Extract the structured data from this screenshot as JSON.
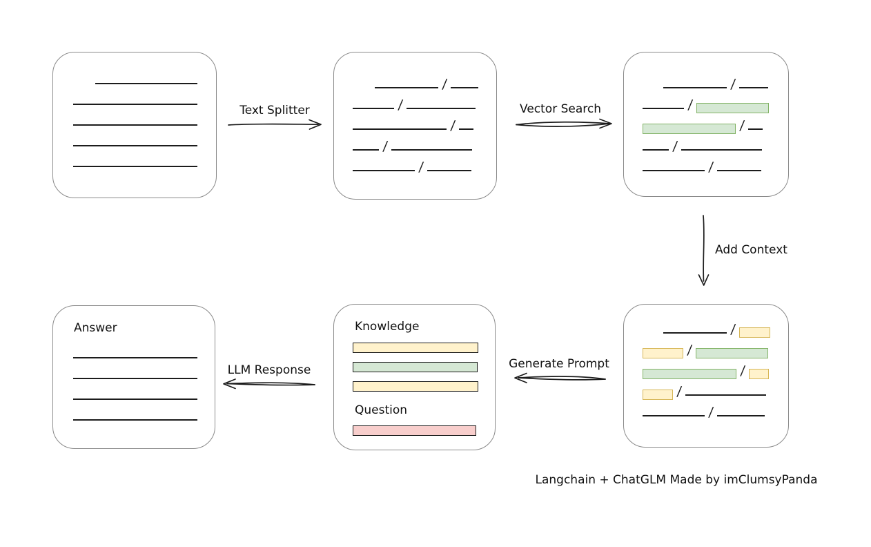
{
  "colors": {
    "ink": "#1c1c1c",
    "box_border": "#8a8a8a",
    "green_fill": "#d5e8d4",
    "green_border": "#82b366",
    "yellow_fill": "#fff2cc",
    "yellow_border": "#d6b656",
    "red_fill": "#f8cecc",
    "red_border": "#b85450"
  },
  "labels": {
    "text_splitter": "Text Splitter",
    "vector_search": "Vector Search",
    "add_context": "Add Context",
    "generate_prompt": "Generate Prompt",
    "llm_response": "LLM Response",
    "caption": "Langchain + ChatGLM Made by imClumsyPanda"
  },
  "boxes": {
    "document": {
      "rows": [
        {
          "indent": 61,
          "segs": [
            [
              "line",
              148
            ]
          ]
        },
        {
          "indent": 29,
          "segs": [
            [
              "line",
              180
            ]
          ]
        },
        {
          "indent": 29,
          "segs": [
            [
              "line",
              180
            ]
          ]
        },
        {
          "indent": 29,
          "segs": [
            [
              "line",
              180
            ]
          ]
        },
        {
          "indent": 29,
          "segs": [
            [
              "line",
              180
            ]
          ]
        }
      ]
    },
    "chunks": {
      "rows": [
        {
          "indent": 59,
          "segs": [
            [
              "line",
              92
            ],
            [
              "slash"
            ],
            [
              "line",
              40
            ]
          ]
        },
        {
          "indent": 27,
          "segs": [
            [
              "line",
              60
            ],
            [
              "slash"
            ],
            [
              "line",
              100
            ]
          ]
        },
        {
          "indent": 27,
          "segs": [
            [
              "line",
              136
            ],
            [
              "slash"
            ],
            [
              "line",
              21
            ]
          ]
        },
        {
          "indent": 27,
          "segs": [
            [
              "line",
              38
            ],
            [
              "slash"
            ],
            [
              "line",
              117
            ]
          ]
        },
        {
          "indent": 27,
          "segs": [
            [
              "line",
              90
            ],
            [
              "slash"
            ],
            [
              "line",
              64
            ]
          ]
        }
      ]
    },
    "search_results": {
      "rows": [
        {
          "indent": 57,
          "segs": [
            [
              "line",
              92
            ],
            [
              "slash"
            ],
            [
              "line",
              42
            ]
          ]
        },
        {
          "indent": 27,
          "segs": [
            [
              "line",
              60
            ],
            [
              "slash"
            ],
            [
              "green",
              103
            ]
          ]
        },
        {
          "indent": 27,
          "segs": [
            [
              "green",
              133
            ],
            [
              "slash"
            ],
            [
              "line",
              21
            ]
          ]
        },
        {
          "indent": 27,
          "segs": [
            [
              "line",
              38
            ],
            [
              "slash"
            ],
            [
              "line",
              117
            ]
          ]
        },
        {
          "indent": 27,
          "segs": [
            [
              "line",
              90
            ],
            [
              "slash"
            ],
            [
              "line",
              64
            ]
          ]
        }
      ]
    },
    "context": {
      "rows": [
        {
          "indent": 57,
          "segs": [
            [
              "line",
              92
            ],
            [
              "slash"
            ],
            [
              "yellow",
              43
            ]
          ]
        },
        {
          "indent": 27,
          "segs": [
            [
              "yellow",
              57
            ],
            [
              "slash"
            ],
            [
              "green",
              103
            ]
          ]
        },
        {
          "indent": 27,
          "segs": [
            [
              "green",
              134
            ],
            [
              "slash"
            ],
            [
              "yellow",
              27
            ]
          ]
        },
        {
          "indent": 27,
          "segs": [
            [
              "yellow",
              42
            ],
            [
              "slash"
            ],
            [
              "line",
              117
            ]
          ]
        },
        {
          "indent": 27,
          "segs": [
            [
              "line",
              90
            ],
            [
              "slash"
            ],
            [
              "line",
              69
            ]
          ]
        }
      ]
    },
    "prompt": {
      "knowledge_label": "Knowledge",
      "question_label": "Question",
      "knowledge_bars": [
        [
          "yellow",
          180
        ],
        [
          "green",
          179
        ],
        [
          "yellow",
          180
        ]
      ],
      "question_bars": [
        [
          "red",
          177
        ]
      ]
    },
    "answer": {
      "label": "Answer",
      "rows": [
        {
          "indent": 29,
          "segs": [
            [
              "line",
              180
            ]
          ]
        },
        {
          "indent": 29,
          "segs": [
            [
              "line",
              180
            ]
          ]
        },
        {
          "indent": 29,
          "segs": [
            [
              "line",
              180
            ]
          ]
        },
        {
          "indent": 29,
          "segs": [
            [
              "line",
              180
            ]
          ]
        }
      ]
    }
  }
}
